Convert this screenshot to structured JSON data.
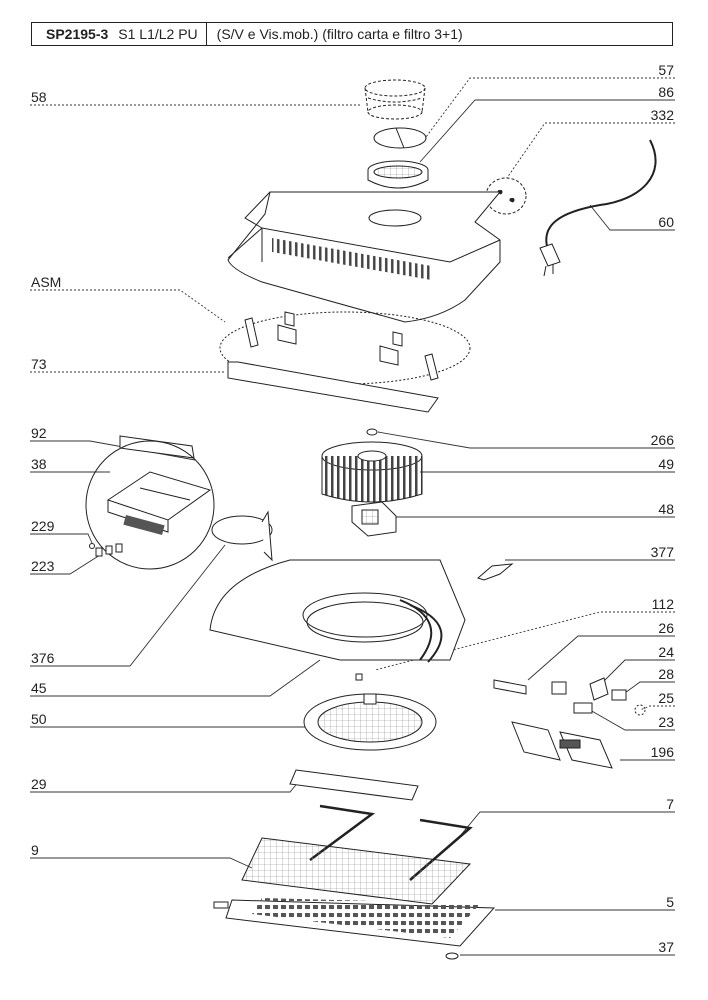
{
  "header": {
    "model": "SP2195-3",
    "variant": "S1  L1/L2  PU",
    "description": "(S/V e Vis.mob.)   (filtro carta e filtro 3+1)"
  },
  "callouts": {
    "left": {
      "c58": "58",
      "casm": "ASM",
      "c73": "73",
      "c92": "92",
      "c38": "38",
      "c229": "229",
      "c223": "223",
      "c376": "376",
      "c45": "45",
      "c50": "50",
      "c29": "29",
      "c9": "9"
    },
    "right": {
      "c57": "57",
      "c86": "86",
      "c332": "332",
      "c60": "60",
      "c266": "266",
      "c49": "49",
      "c48": "48",
      "c377": "377",
      "c112": "112",
      "c26": "26",
      "c24": "24",
      "c28": "28",
      "c25": "25",
      "c23": "23",
      "c196": "196",
      "c7": "7",
      "c5": "5",
      "c37": "37"
    }
  }
}
